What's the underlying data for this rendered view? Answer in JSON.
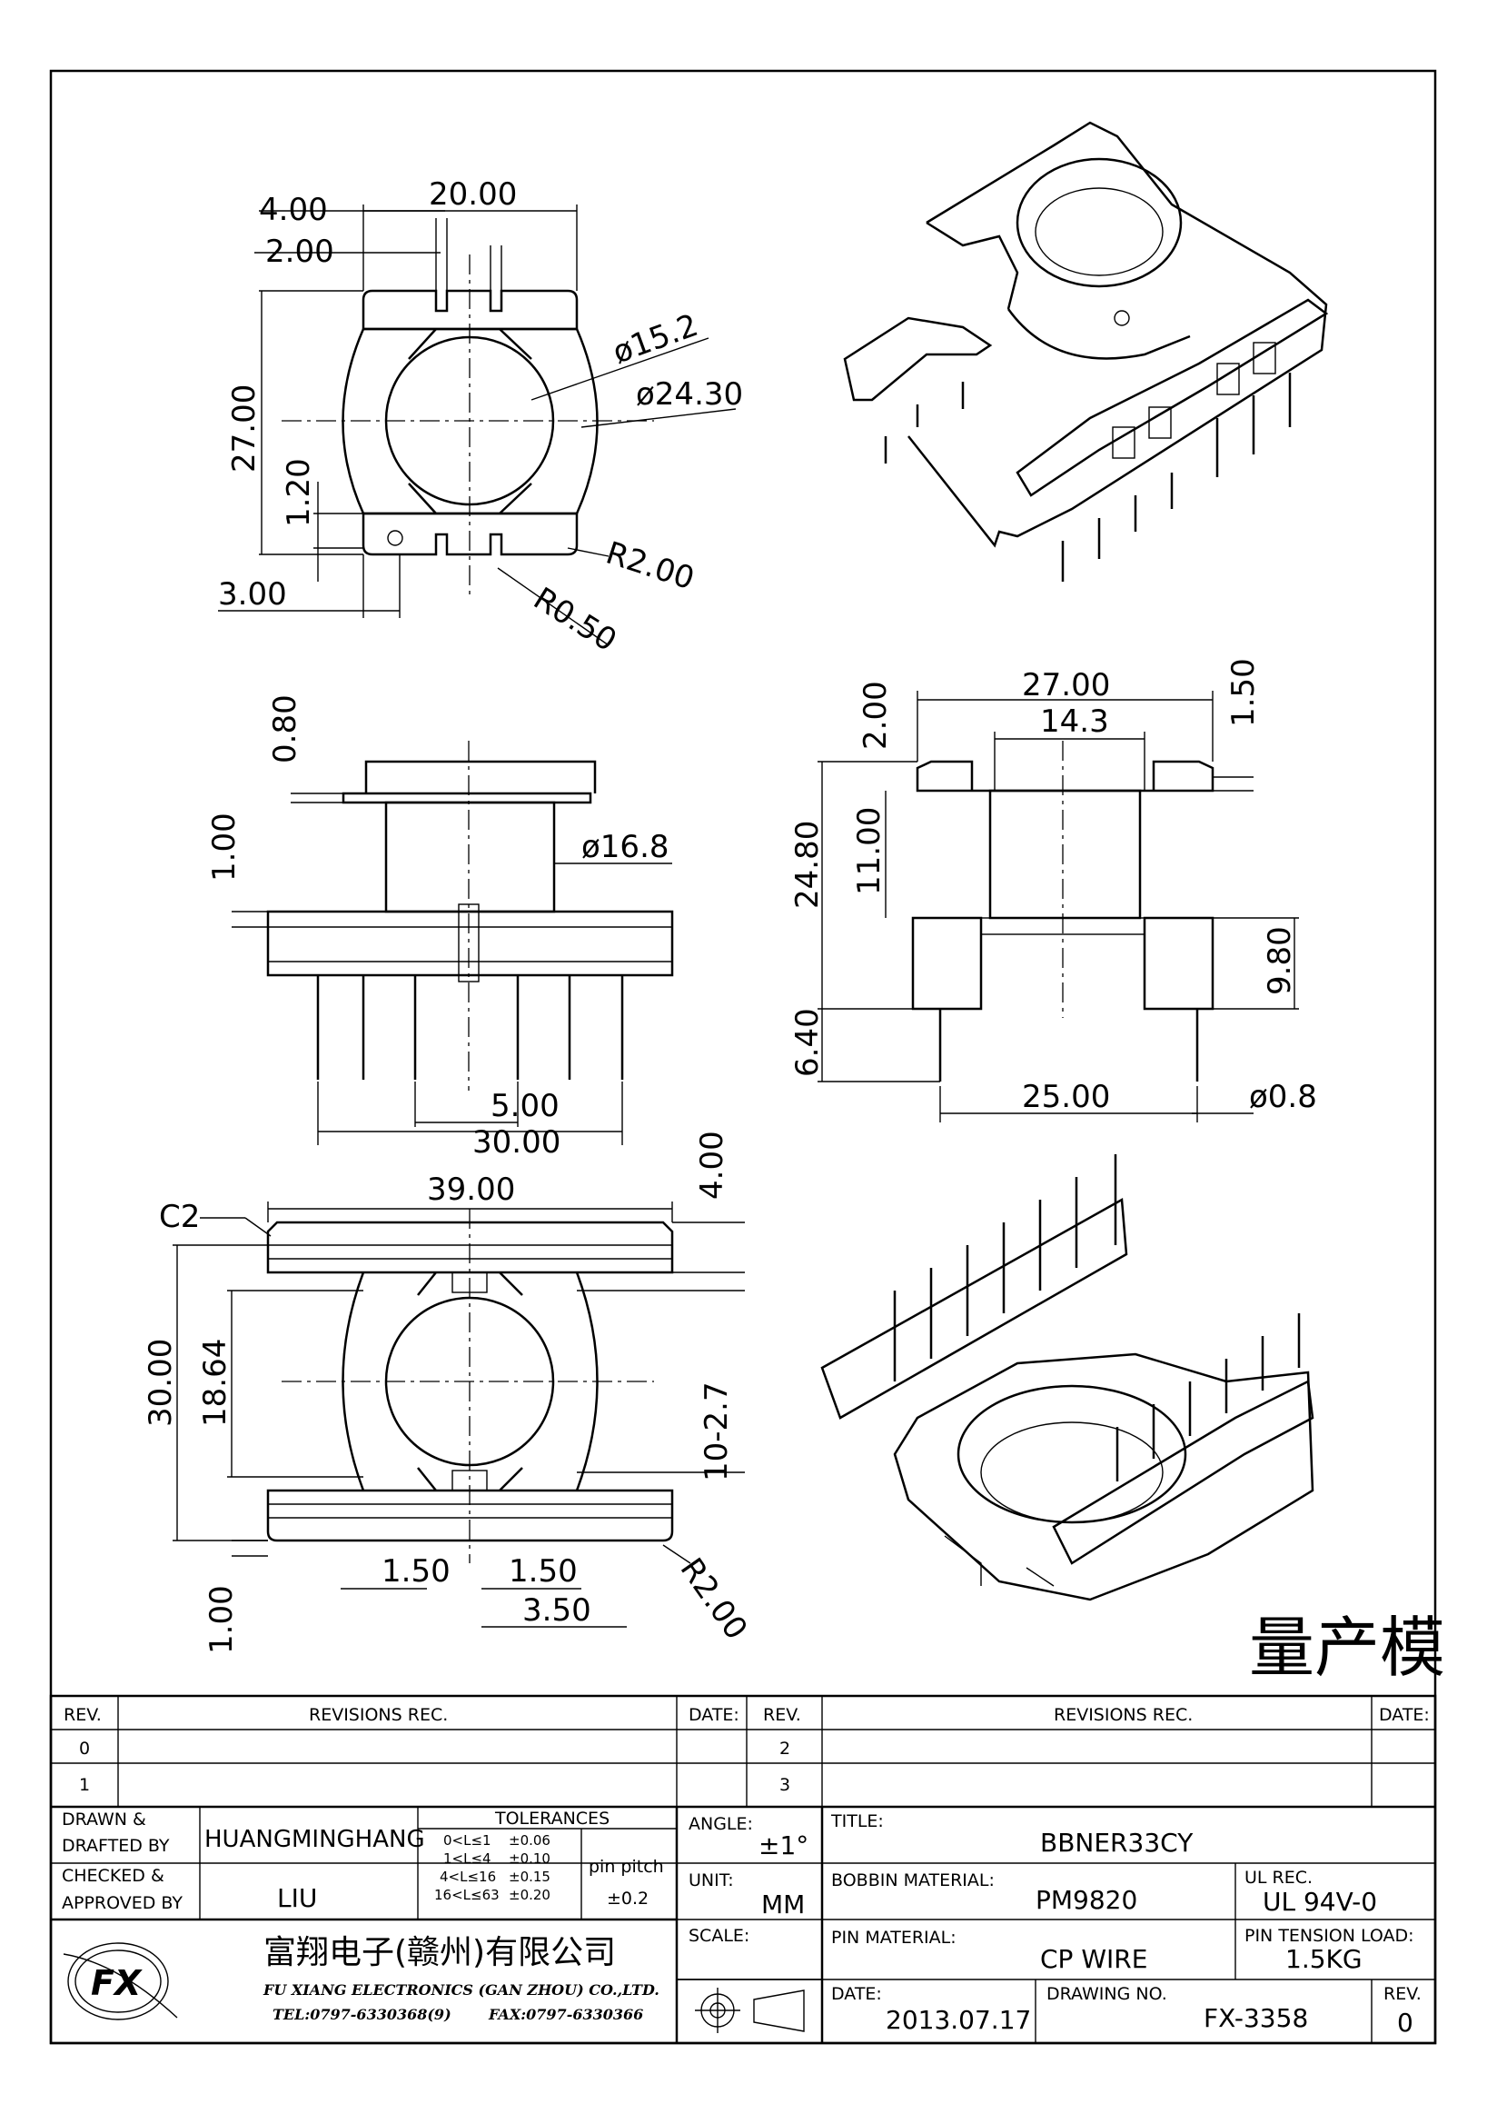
{
  "mass_production_mark": "量产模",
  "views": {
    "top_view": {
      "dims": [
        "4.00",
        "20.00",
        "2.00",
        "27.00",
        "1.20",
        "3.00",
        "ø15.2",
        "ø24.30",
        "R2.00",
        "R0.50"
      ]
    },
    "front_view": {
      "dims": [
        "0.80",
        "1.00",
        "ø16.8",
        "5.00",
        "30.00"
      ]
    },
    "side_view": {
      "dims": [
        "2.00",
        "27.00",
        "1.50",
        "14.3",
        "24.80",
        "11.00",
        "9.80",
        "6.40",
        "25.00",
        "ø0.8"
      ]
    },
    "bottom_view": {
      "dims": [
        "C2",
        "39.00",
        "4.00",
        "30.00",
        "18.64",
        "10-2.7",
        "1.50",
        "1.50",
        "3.50",
        "1.00",
        "R2.00"
      ]
    }
  },
  "title_block": {
    "rev_header": "REV.",
    "revisions_header": "REVISIONS   REC.",
    "date_header": "DATE:",
    "rev_left": [
      "0",
      "1"
    ],
    "rev_right": [
      "2",
      "3"
    ],
    "drawn_label_1": "DRAWN &",
    "drawn_label_2": "DRAFTED BY",
    "drawn_by": "HUANGMINGHANG",
    "checked_label_1": "CHECKED &",
    "checked_label_2": "APPROVED BY",
    "checked_by": "LIU",
    "tolerances_header": "TOLERANCES",
    "tolerances": [
      {
        "range": "0<L≤1",
        "tol": "±0.06"
      },
      {
        "range": "1<L≤4",
        "tol": "±0.10"
      },
      {
        "range": "4<L≤16",
        "tol": "±0.15"
      },
      {
        "range": "16<L≤63",
        "tol": "±0.20"
      }
    ],
    "pin_pitch_label": "pin pitch",
    "pin_pitch_value": "±0.2",
    "angle_label": "ANGLE:",
    "angle_value": "±1°",
    "unit_label": "UNIT:",
    "unit_value": "MM",
    "scale_label": "SCALE:",
    "title_label": "TITLE:",
    "title_value": "BBNER33CY",
    "bobbin_material_label": "BOBBIN MATERIAL:",
    "bobbin_material_value": "PM9820",
    "ul_rec_label": "UL REC.",
    "ul_rec_value": "UL 94V-0",
    "pin_material_label": "PIN MATERIAL:",
    "pin_material_value": "CP WIRE",
    "pin_tension_label": "PIN TENSION LOAD:",
    "pin_tension_value": "1.5KG",
    "date_label": "DATE:",
    "date_value": "2013.07.17",
    "drawing_no_label": "DRAWING NO.",
    "drawing_no_value": "FX-3358",
    "rev_label": "REV.",
    "rev_value": "0",
    "company_cn": "富翔电子(赣州)有限公司",
    "company_en": "FU XIANG ELECTRONICS (GAN ZHOU) CO.,LTD.",
    "tel": "TEL:0797-6330368(9)",
    "fax": "FAX:0797-6330366",
    "logo_text": "FX"
  }
}
